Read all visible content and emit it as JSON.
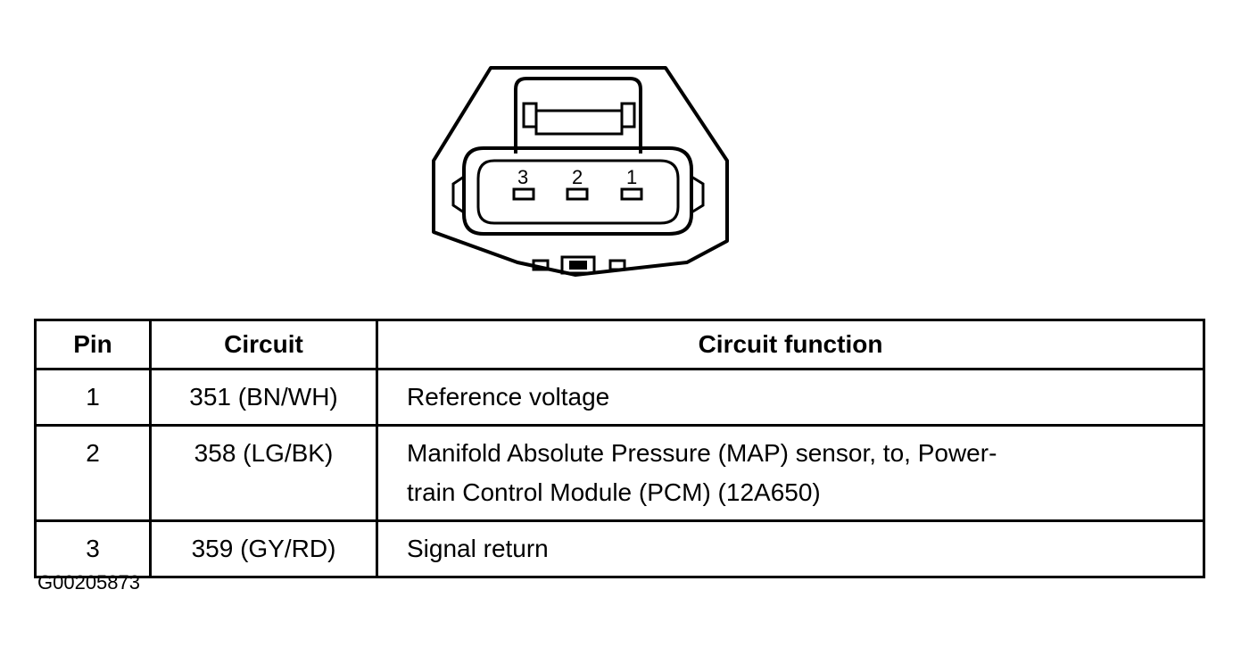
{
  "connector": {
    "pin_labels": [
      "3",
      "2",
      "1"
    ]
  },
  "table": {
    "headers": {
      "pin": "Pin",
      "circuit": "Circuit",
      "function": "Circuit function"
    },
    "rows": [
      {
        "pin": "1",
        "circuit": "351 (BN/WH)",
        "function_lines": [
          "Reference voltage"
        ]
      },
      {
        "pin": "2",
        "circuit": "358 (LG/BK)",
        "function_lines": [
          "Manifold Absolute Pressure (MAP) sensor, to, Power-",
          "train Control Module (PCM) (12A650)"
        ]
      },
      {
        "pin": "3",
        "circuit": "359 (GY/RD)",
        "function_lines": [
          "Signal return"
        ]
      }
    ]
  },
  "figure_code": "G00205873"
}
